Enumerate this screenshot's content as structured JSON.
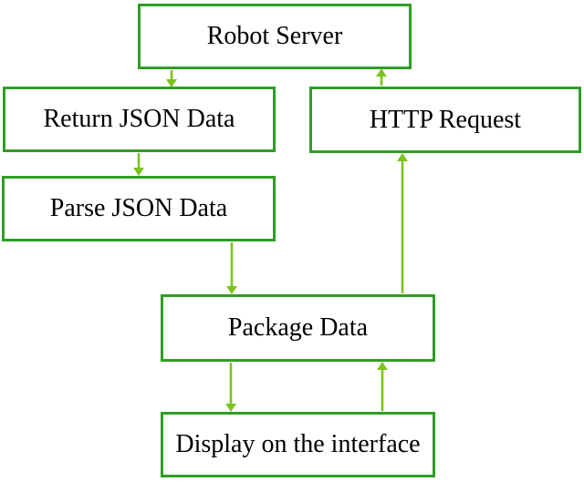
{
  "diagram": {
    "type": "flowchart",
    "background": "#ffffff",
    "colors": {
      "box_border": "#2f9e25",
      "arrow": "#7cc41f",
      "text": "#000000",
      "box_fill": "#ffffff"
    },
    "nodes": [
      {
        "id": "robot-server",
        "label": "Robot Server"
      },
      {
        "id": "return-json-data",
        "label": "Return JSON Data"
      },
      {
        "id": "http-request",
        "label": "HTTP Request"
      },
      {
        "id": "parse-json-data",
        "label": "Parse JSON Data"
      },
      {
        "id": "package-data",
        "label": "Package Data"
      },
      {
        "id": "display-on-interface",
        "label": "Display on the interface"
      }
    ],
    "edges": [
      {
        "from": "robot-server",
        "to": "return-json-data",
        "direction": "down"
      },
      {
        "from": "return-json-data",
        "to": "parse-json-data",
        "direction": "down"
      },
      {
        "from": "parse-json-data",
        "to": "package-data",
        "direction": "down"
      },
      {
        "from": "package-data",
        "to": "display-on-interface",
        "direction": "down"
      },
      {
        "from": "display-on-interface",
        "to": "package-data",
        "direction": "up"
      },
      {
        "from": "package-data",
        "to": "http-request",
        "direction": "up"
      },
      {
        "from": "http-request",
        "to": "robot-server",
        "direction": "up"
      }
    ]
  }
}
